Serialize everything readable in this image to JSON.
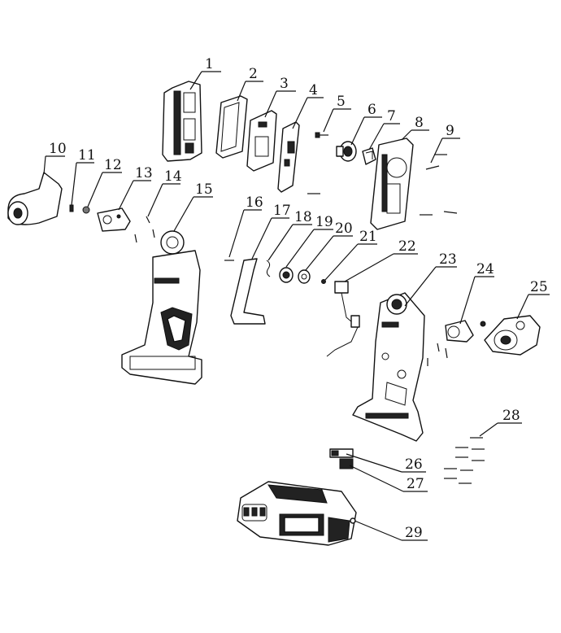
{
  "diagram": {
    "callouts": [
      {
        "id": "p1",
        "label": "1"
      },
      {
        "id": "p2",
        "label": "2"
      },
      {
        "id": "p3",
        "label": "3"
      },
      {
        "id": "p4",
        "label": "4"
      },
      {
        "id": "p5",
        "label": "5"
      },
      {
        "id": "p6",
        "label": "6"
      },
      {
        "id": "p7",
        "label": "7"
      },
      {
        "id": "p8",
        "label": "8"
      },
      {
        "id": "p9",
        "label": "9"
      },
      {
        "id": "p10",
        "label": "10"
      },
      {
        "id": "p11",
        "label": "11"
      },
      {
        "id": "p12",
        "label": "12"
      },
      {
        "id": "p13",
        "label": "13"
      },
      {
        "id": "p14",
        "label": "14"
      },
      {
        "id": "p15",
        "label": "15"
      },
      {
        "id": "p16",
        "label": "16"
      },
      {
        "id": "p17",
        "label": "17"
      },
      {
        "id": "p18",
        "label": "18"
      },
      {
        "id": "p19",
        "label": "19"
      },
      {
        "id": "p20",
        "label": "20"
      },
      {
        "id": "p21",
        "label": "21"
      },
      {
        "id": "p22",
        "label": "22"
      },
      {
        "id": "p23",
        "label": "23"
      },
      {
        "id": "p24",
        "label": "24"
      },
      {
        "id": "p25",
        "label": "25"
      },
      {
        "id": "p26",
        "label": "26"
      },
      {
        "id": "p27",
        "label": "27"
      },
      {
        "id": "p28",
        "label": "28"
      },
      {
        "id": "p29",
        "label": "29"
      }
    ]
  }
}
